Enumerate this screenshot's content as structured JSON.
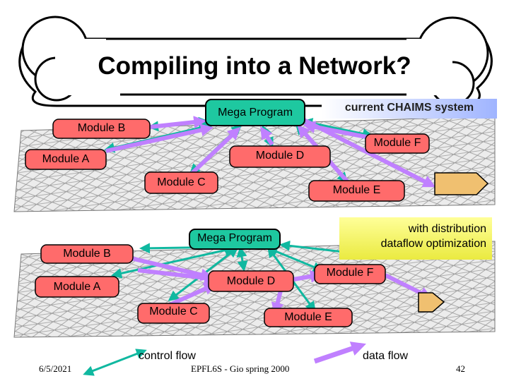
{
  "title": "Compiling into a Network?",
  "top_diagram": {
    "system_label": "current CHAIMS system",
    "mega_program": "Mega Program",
    "modules": {
      "b": "Module B",
      "a": "Module A",
      "c": "Module C",
      "d": "Module D",
      "e": "Module E",
      "f": "Module F"
    }
  },
  "bottom_diagram": {
    "system_label_line1": "with distribution",
    "system_label_line2": "dataflow optimization",
    "mega_program": "Mega Program",
    "modules": {
      "b": "Module B",
      "a": "Module A",
      "c": "Module C",
      "d": "Module D",
      "e": "Module E",
      "f": "Module F"
    }
  },
  "legend": {
    "control_flow": "control flow",
    "data_flow": "data flow"
  },
  "footer": {
    "date": "6/5/2021",
    "center": "EPFL6S - Gio spring 2000",
    "page": "42"
  },
  "colors": {
    "mega_program_fill": "#1ec8a0",
    "module_fill": "#ff6b6b",
    "control_arrow": "#10b8a0",
    "data_arrow": "#c080ff",
    "system_box_fill": "#ffff66",
    "end_node_fill": "#f0c070"
  }
}
